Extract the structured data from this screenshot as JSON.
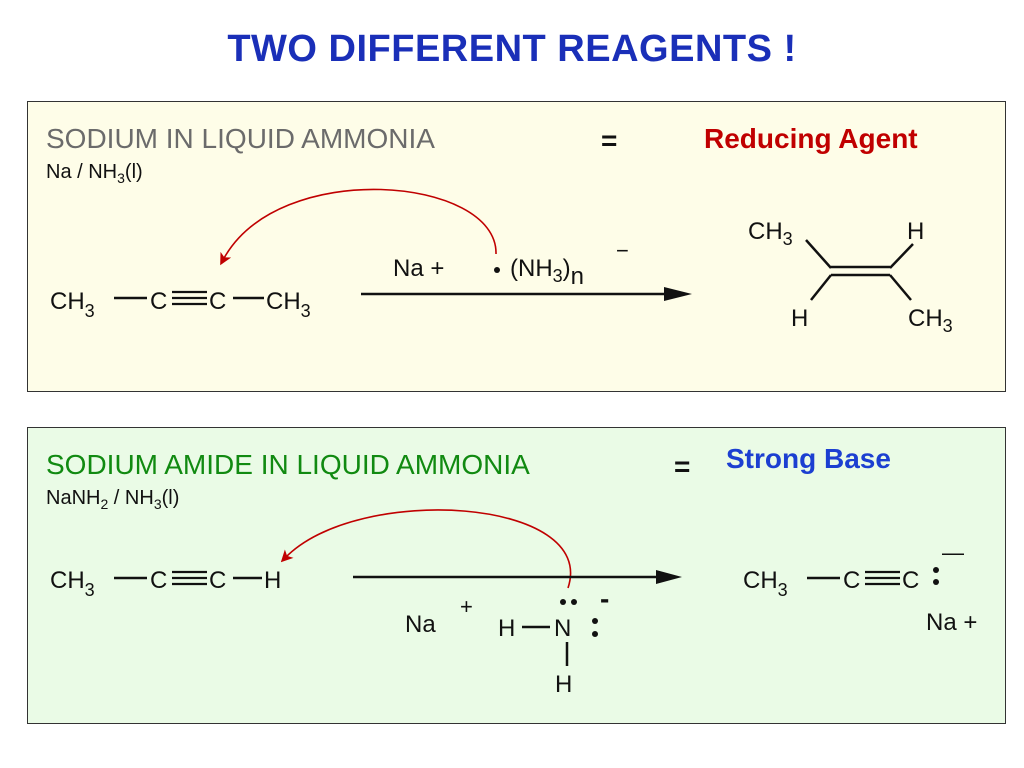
{
  "title": "TWO DIFFERENT REAGENTS !",
  "colors": {
    "title": "#1a2fb8",
    "panel1_bg": "#fefde8",
    "panel2_bg": "#eafbe6",
    "heading1": "#6b6b6b",
    "heading2": "#118a11",
    "reducing": "#c00000",
    "base": "#1c3fd1",
    "arrow_curve": "#c00000"
  },
  "panel_reducing": {
    "heading": "SODIUM IN LIQUID AMMONIA",
    "equals": "=",
    "role": "Reducing Agent",
    "formula": {
      "a": "Na / NH",
      "sub": "3",
      "b": "(l)"
    },
    "reactant": {
      "ch3_left": "CH",
      "sub_left": "3",
      "c1": "C",
      "c2": "C",
      "ch3_right": "CH",
      "sub_right": "3"
    },
    "reagent": {
      "na": "Na +",
      "paren_open": "(NH",
      "sub": "3",
      "paren_close": ")",
      "n": "n",
      "charge": "−"
    },
    "product": {
      "ch3_top": "CH",
      "sub_top": "3",
      "h_top": "H",
      "h_bottom": "H",
      "ch3_bottom": "CH",
      "sub_bottom": "3"
    }
  },
  "panel_base": {
    "heading": "SODIUM AMIDE IN LIQUID AMMONIA",
    "equals": "=",
    "role": "Strong Base",
    "formula": {
      "a": "NaNH",
      "sub1": "2",
      "b": " / NH",
      "sub2": "3",
      "c": "(l)"
    },
    "reactant": {
      "ch3": "CH",
      "sub": "3",
      "c1": "C",
      "c2": "C",
      "h": "H"
    },
    "reagent": {
      "na": "Na",
      "plus": "+",
      "h_left": "H",
      "n": "N",
      "h_bottom": "H",
      "charge": "-"
    },
    "product": {
      "ch3": "CH",
      "sub": "3",
      "c1": "C",
      "c2": "C",
      "charge": "—",
      "na": "Na +"
    }
  }
}
